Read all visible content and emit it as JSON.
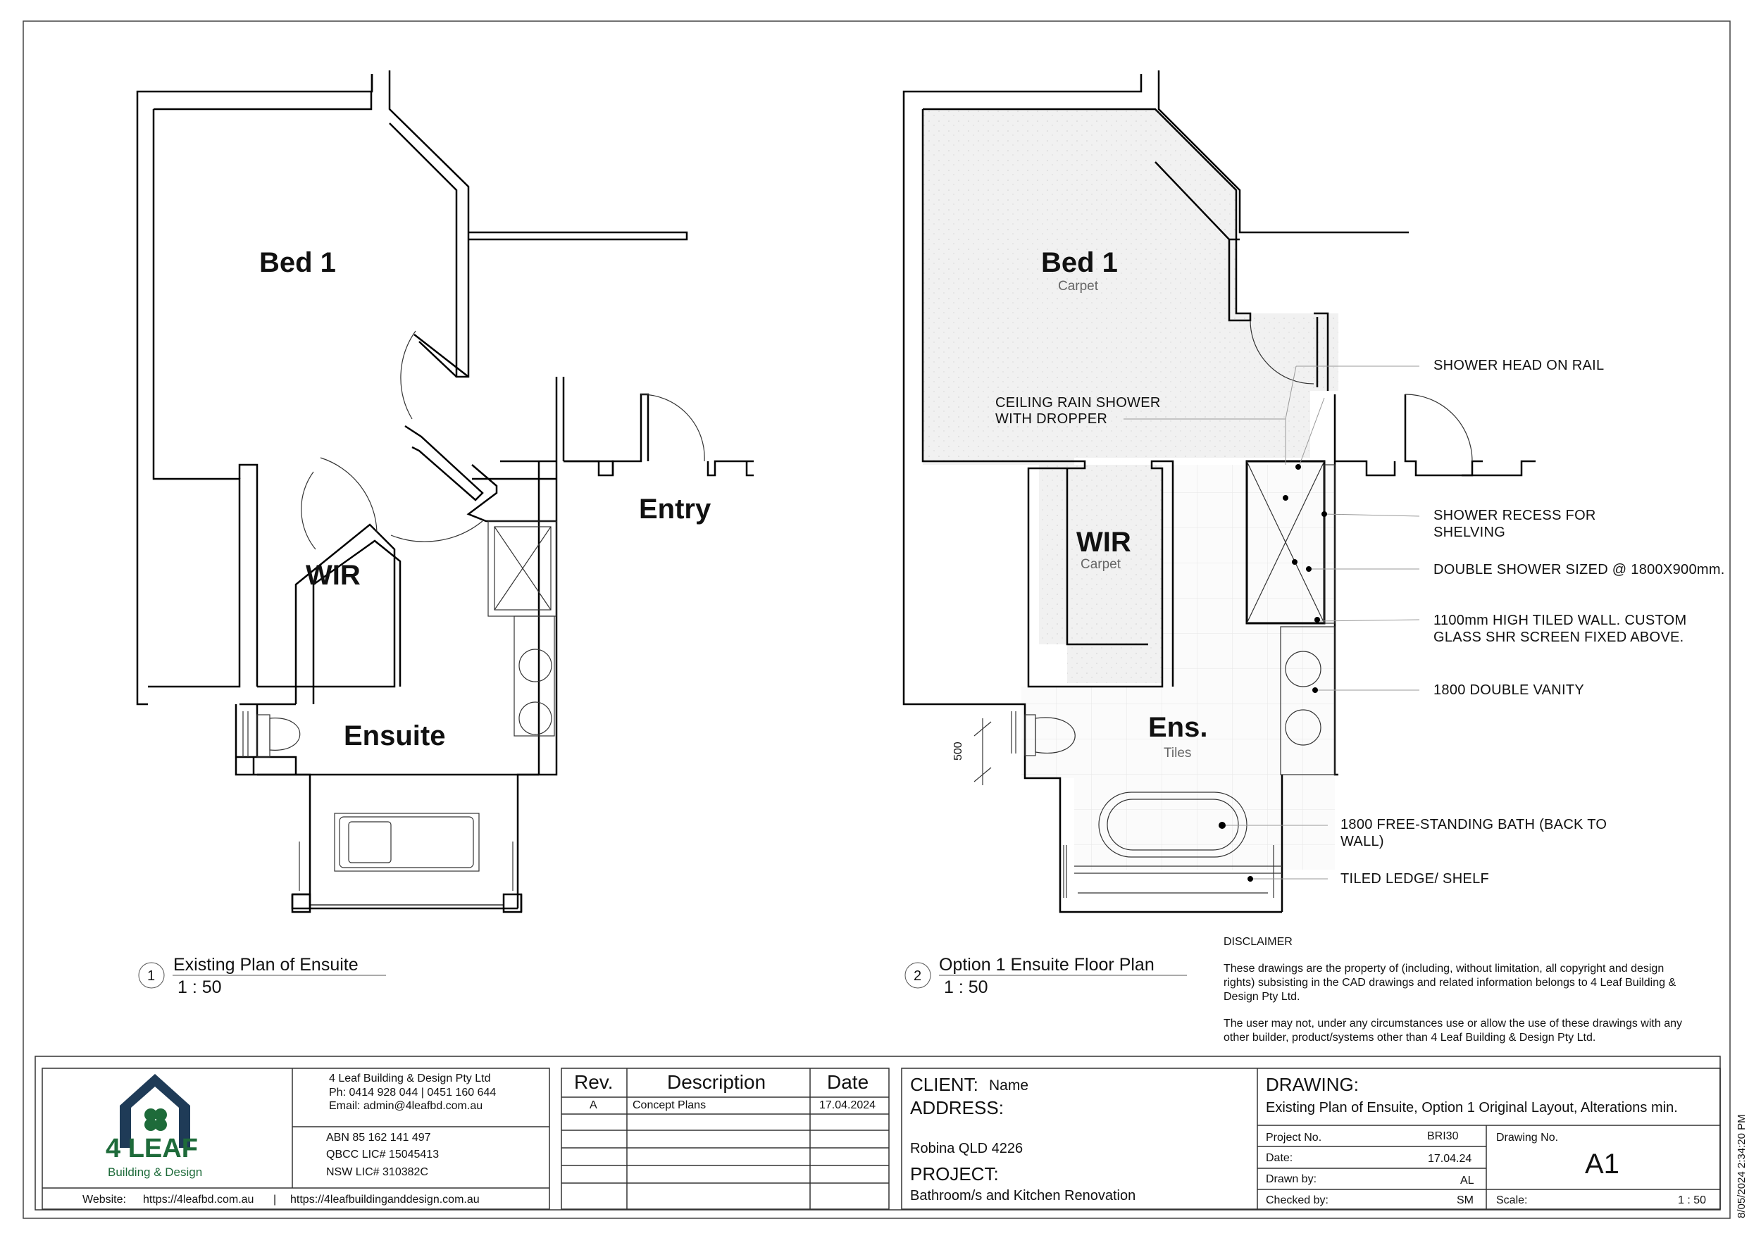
{
  "plans": [
    {
      "number": "1",
      "title": "Existing Plan of Ensuite",
      "scale": "1 : 50"
    },
    {
      "number": "2",
      "title": "Option 1 Ensuite Floor Plan",
      "scale": "1 : 50"
    }
  ],
  "existing_plan": {
    "rooms": {
      "bed": "Bed 1",
      "wir": "WIR",
      "entry": "Entry",
      "ensuite": "Ensuite"
    }
  },
  "option_plan": {
    "rooms": {
      "bed": "Bed 1",
      "bed_finish": "Carpet",
      "wir": "WIR",
      "wir_finish": "Carpet",
      "ens": "Ens.",
      "ens_finish": "Tiles"
    },
    "dimension": "500",
    "annotations": {
      "ceiling_shower_1": "CEILING RAIN SHOWER",
      "ceiling_shower_2": "WITH DROPPER",
      "shower_head": "SHOWER HEAD ON RAIL",
      "shower_recess_1": "SHOWER RECESS FOR",
      "shower_recess_2": "SHELVING",
      "double_shower": "DOUBLE SHOWER SIZED @ 1800X900mm.",
      "tiled_wall_1": "1100mm HIGH TILED WALL. CUSTOM",
      "tiled_wall_2": "GLASS SHR SCREEN FIXED ABOVE.",
      "vanity": "1800 DOUBLE VANITY",
      "bath_1": "1800 FREE-STANDING BATH (BACK TO",
      "bath_2": "WALL)",
      "ledge": "TILED LEDGE/ SHELF"
    }
  },
  "disclaimer": {
    "heading": "DISCLAIMER",
    "line1": "These drawings are the property of (including, without limitation, all copyright and design",
    "line2": "rights) subsisting in the CAD drawings and related information belongs to 4 Leaf Building &",
    "line3": "Design Pty Ltd.",
    "line4": "The user may not, under any circumstances use or allow the use of these drawings with any",
    "line5": "other builder, product/systems other than 4 Leaf Building & Design Pty Ltd."
  },
  "company": {
    "logo_text": "4 LEAF",
    "logo_sub": "Building & Design",
    "name": "4 Leaf Building & Design Pty Ltd",
    "phone": "Ph: 0414 928 044   |   0451 160 644",
    "email": "Email: admin@4leafbd.com.au",
    "abn": "ABN 85 162 141 497",
    "qbcc": "QBCC LIC# 15045413",
    "nsw": "NSW LIC#  310382C",
    "website_label": "Website:",
    "website1": "https://4leafbd.com.au",
    "sep": "|",
    "website2": "https://4leafbuildinganddesign.com.au",
    "brand_color": "#1e6b3a",
    "navy_color": "#1f3b57"
  },
  "revisions": {
    "headers": {
      "rev": "Rev.",
      "desc": "Description",
      "date": "Date"
    },
    "rows": [
      {
        "rev": "A",
        "desc": "Concept Plans",
        "date": "17.04.2024"
      }
    ]
  },
  "client": {
    "client_label": "CLIENT:",
    "client_name": "Name",
    "address_label": "ADDRESS:",
    "address": "Robina QLD 4226",
    "project_label": "PROJECT:",
    "project": "Bathroom/s and Kitchen Renovation"
  },
  "drawing": {
    "label": "DRAWING:",
    "title": "Existing Plan of Ensuite, Option 1 Original Layout, Alterations min.",
    "project_no_label": "Project No.",
    "project_no": "BRI30",
    "date_label": "Date:",
    "date": "17.04.24",
    "drawn_label": "Drawn by:",
    "drawn": "AL",
    "checked_label": "Checked by:",
    "checked": "SM",
    "drawing_no_label": "Drawing No.",
    "drawing_no": "A1",
    "scale_label": "Scale:",
    "scale": "1 : 50"
  },
  "timestamp": "8/05/2024 2:34:20 PM"
}
